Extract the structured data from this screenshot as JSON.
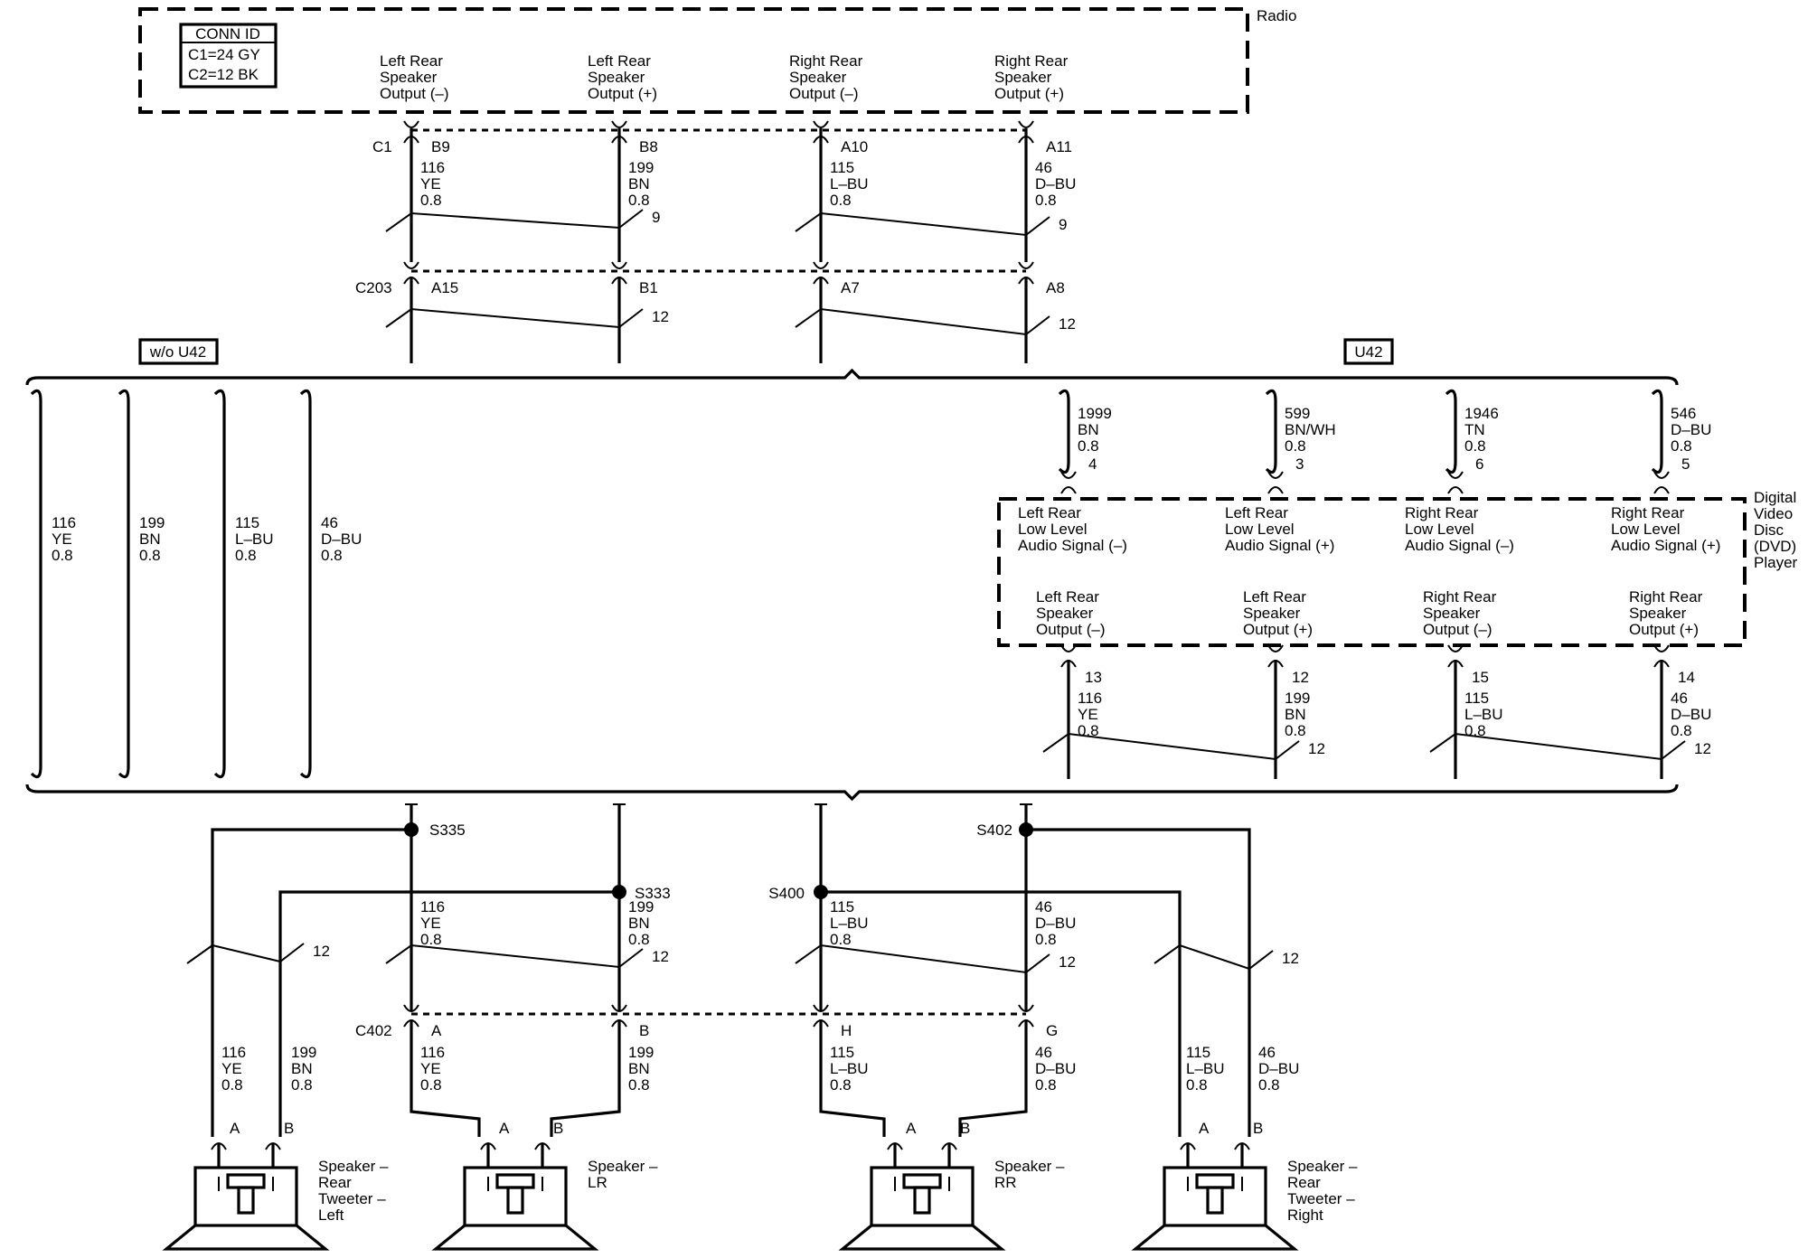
{
  "conn_id": {
    "title": "CONN ID",
    "c1": "C1=24 GY",
    "c2": "C2=12 BK"
  },
  "radio": {
    "label": "Radio",
    "outputs": [
      [
        "Left Rear",
        "Speaker",
        "Output (–)"
      ],
      [
        "Left Rear",
        "Speaker",
        "Output (+)"
      ],
      [
        "Right Rear",
        "Speaker",
        "Output (–)"
      ],
      [
        "Right Rear",
        "Speaker",
        "Output (+)"
      ]
    ]
  },
  "connectors": {
    "c1": "C1",
    "c203": "C203",
    "c402": "C402",
    "c1_pins": [
      "B9",
      "B8",
      "A10",
      "A11"
    ],
    "c203_pins": [
      "A15",
      "B1",
      "A7",
      "A8"
    ],
    "c402_pins": [
      "A",
      "B",
      "H",
      "G"
    ]
  },
  "wires": [
    [
      "116",
      "YE",
      "0.8"
    ],
    [
      "199",
      "BN",
      "0.8"
    ],
    [
      "115",
      "L–BU",
      "0.8"
    ],
    [
      "46",
      "D–BU",
      "0.8"
    ]
  ],
  "twist": {
    "n9": "9",
    "n12": "12"
  },
  "options": {
    "without": "w/o U42",
    "with": "U42"
  },
  "dvd": {
    "label": [
      "Digital",
      "Video",
      "Disc",
      "(DVD)",
      "Player"
    ],
    "inputs": [
      [
        "Left Rear",
        "Low Level",
        "Audio Signal (–)"
      ],
      [
        "Left Rear",
        "Low Level",
        "Audio Signal (+)"
      ],
      [
        "Right Rear",
        "Low Level",
        "Audio Signal (–)"
      ],
      [
        "Right Rear",
        "Low Level",
        "Audio Signal (+)"
      ]
    ],
    "input_pins": [
      "4",
      "3",
      "6",
      "5"
    ],
    "input_wires": [
      [
        "1999",
        "BN",
        "0.8"
      ],
      [
        "599",
        "BN/WH",
        "0.8"
      ],
      [
        "1946",
        "TN",
        "0.8"
      ],
      [
        "546",
        "D–BU",
        "0.8"
      ]
    ],
    "outputs": [
      [
        "Left Rear",
        "Speaker",
        "Output (–)"
      ],
      [
        "Left Rear",
        "Speaker",
        "Output (+)"
      ],
      [
        "Right Rear",
        "Speaker",
        "Output (–)"
      ],
      [
        "Right Rear",
        "Speaker",
        "Output (+)"
      ]
    ],
    "output_pins": [
      "13",
      "12",
      "15",
      "14"
    ]
  },
  "splices": {
    "s335": "S335",
    "s333": "S333",
    "s400": "S400",
    "s402": "S402"
  },
  "speaker_pins": {
    "a": "A",
    "b": "B"
  },
  "speakers": [
    [
      "Speaker –",
      "Rear",
      "Tweeter –",
      "Left"
    ],
    [
      "Speaker –",
      "LR"
    ],
    [
      "Speaker –",
      "RR"
    ],
    [
      "Speaker –",
      "Rear",
      "Tweeter –",
      "Right"
    ]
  ]
}
